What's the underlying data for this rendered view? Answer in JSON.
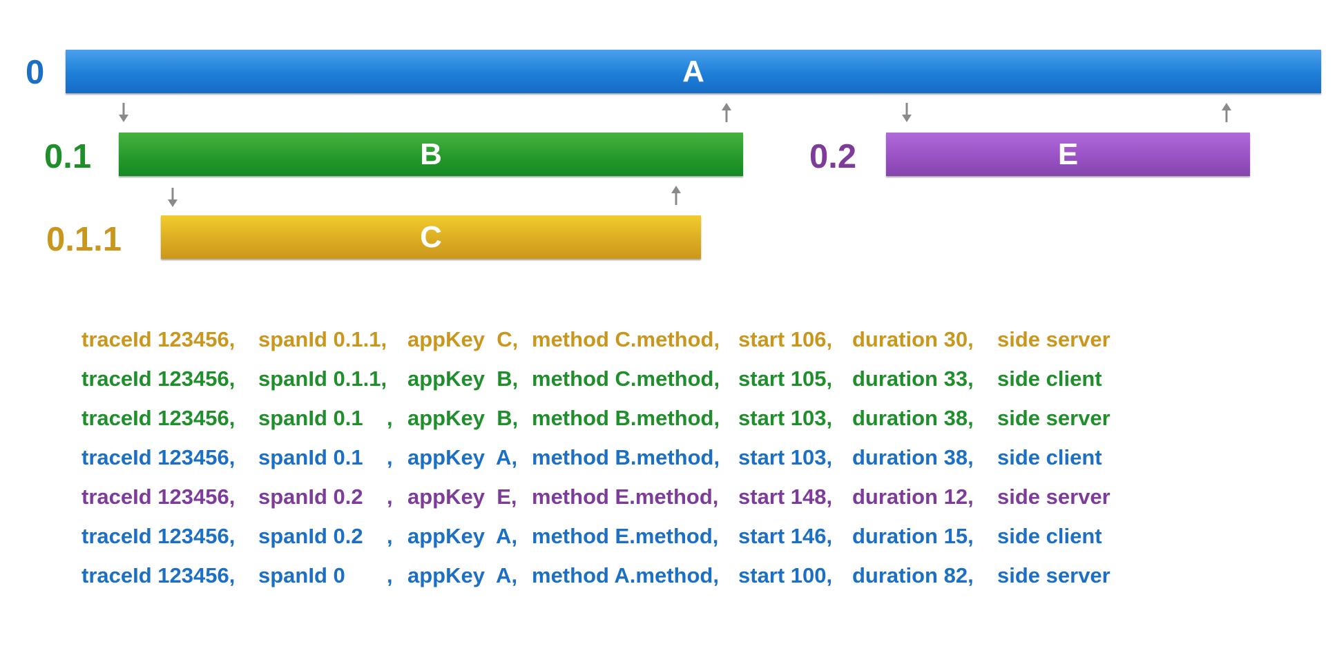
{
  "colors": {
    "root": "#1b6fc4",
    "child_b": "#1f8f2c",
    "child_e": "#7d3c9a",
    "grandchild_c": "#c9971e",
    "arrow": "#8a8a8a"
  },
  "spans": [
    {
      "id": "0",
      "label": "A",
      "color_key": "root"
    },
    {
      "id": "0.1",
      "label": "B",
      "color_key": "child_b"
    },
    {
      "id": "0.2",
      "label": "E",
      "color_key": "child_e"
    },
    {
      "id": "0.1.1",
      "label": "C",
      "color_key": "grandchild_c"
    }
  ],
  "log_lines": [
    {
      "color_key": "grandchild_c",
      "trace": "traceId 123456,",
      "span": "spanId 0.1.1,",
      "app": "appKey  C,",
      "method": "method C.method,",
      "start": "start 106,",
      "duration": "duration 30,",
      "side": "side server"
    },
    {
      "color_key": "child_b",
      "trace": "traceId 123456,",
      "span": "spanId 0.1.1,",
      "app": "appKey  B,",
      "method": "method C.method,",
      "start": "start 105,",
      "duration": "duration 33,",
      "side": "side client"
    },
    {
      "color_key": "child_b",
      "trace": "traceId 123456,",
      "span": "spanId 0.1    ,",
      "app": "appKey  B,",
      "method": "method B.method,",
      "start": "start 103,",
      "duration": "duration 38,",
      "side": "side server"
    },
    {
      "color_key": "root",
      "trace": "traceId 123456,",
      "span": "spanId 0.1    ,",
      "app": "appKey  A,",
      "method": "method B.method,",
      "start": "start 103,",
      "duration": "duration 38,",
      "side": "side client"
    },
    {
      "color_key": "child_e",
      "trace": "traceId 123456,",
      "span": "spanId 0.2    ,",
      "app": "appKey  E,",
      "method": "method E.method,",
      "start": "start 148,",
      "duration": "duration 12,",
      "side": "side server"
    },
    {
      "color_key": "root",
      "trace": "traceId 123456,",
      "span": "spanId 0.2    ,",
      "app": "appKey  A,",
      "method": "method E.method,",
      "start": "start 146,",
      "duration": "duration 15,",
      "side": "side client"
    },
    {
      "color_key": "root",
      "trace": "traceId 123456,",
      "span": "spanId 0       ,",
      "app": "appKey  A,",
      "method": "method A.method,",
      "start": "start 100,",
      "duration": "duration 82,",
      "side": "side server"
    }
  ]
}
